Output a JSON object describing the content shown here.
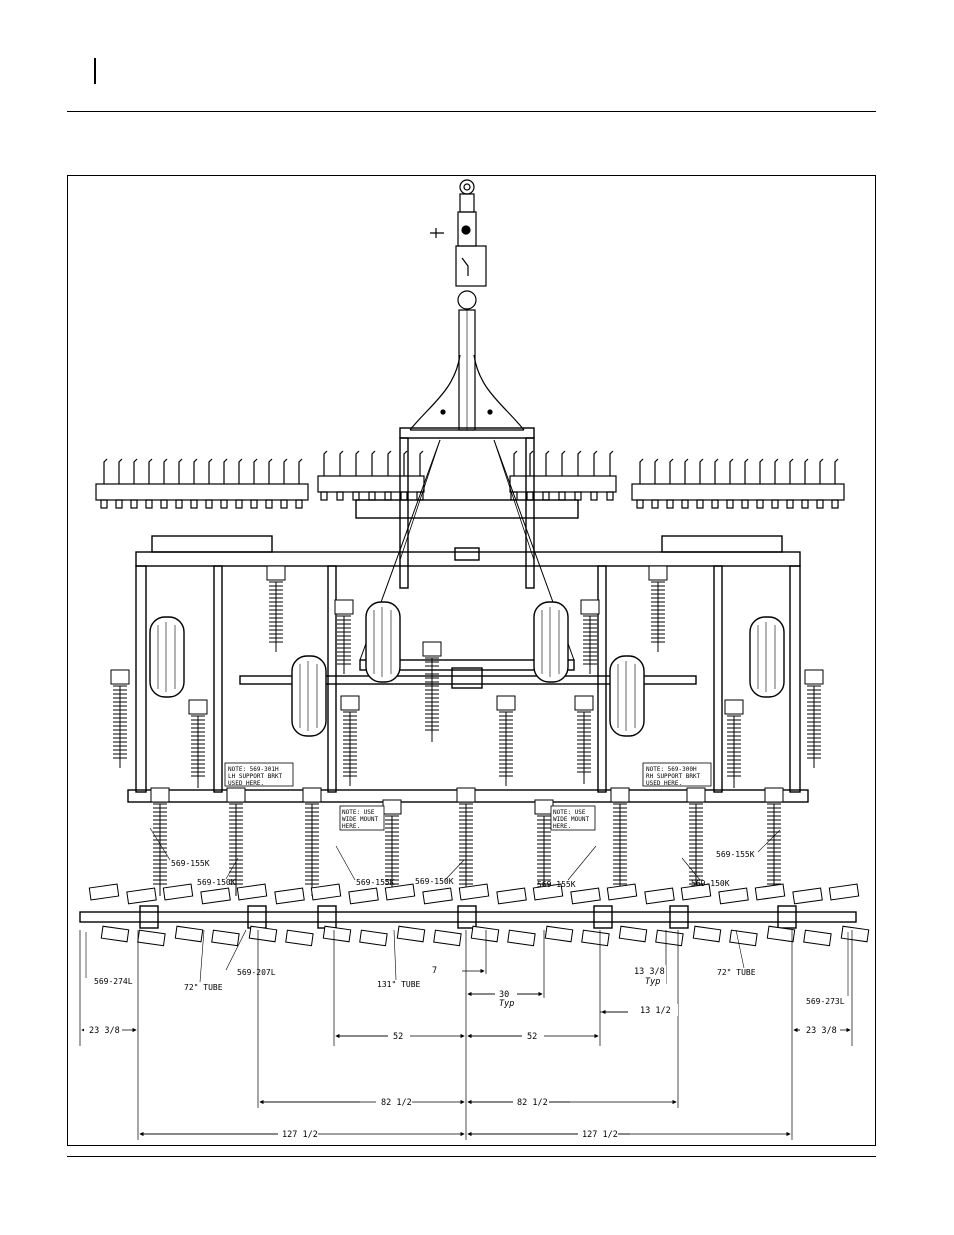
{
  "notes": {
    "left": [
      "NOTE: 569-301H",
      "LH SUPPORT BRKT",
      "USED HERE."
    ],
    "right": [
      "NOTE: 569-300H",
      "RH SUPPORT BRKT",
      "USED HERE."
    ],
    "wide_left": [
      "NOTE: USE",
      "WIDE MOUNT",
      "HERE."
    ],
    "wide_right": [
      "NOTE: USE",
      "WIDE MOUNT",
      "HERE."
    ]
  },
  "parts": {
    "p155k_a": "569-155K",
    "p150k_a": "569-150K",
    "p155k_b": "569-155K",
    "p150k_b": "569-150K",
    "p155k_c": "569-155K",
    "p150k_c": "569-150K",
    "p155k_d": "569-155K",
    "p274l": "569-274L",
    "p207l": "569-207L",
    "p273l": "569-273L"
  },
  "tubes": {
    "left72": "72\" TUBE",
    "center131": "131\" TUBE",
    "right72": "72\" TUBE"
  },
  "dimensions": {
    "d7": "7",
    "d30": "30",
    "typ1": "Typ",
    "d13_3_8": "13 3/8",
    "typ2": "Typ",
    "d13_1_2": "13 1/2",
    "d23_left": "23 3/8",
    "d23_right": "23 3/8",
    "d52_left": "52",
    "d52_right": "52",
    "d82_left": "82 1/2",
    "d82_right": "82 1/2",
    "d127_left": "127 1/2",
    "d127_right": "127 1/2"
  }
}
